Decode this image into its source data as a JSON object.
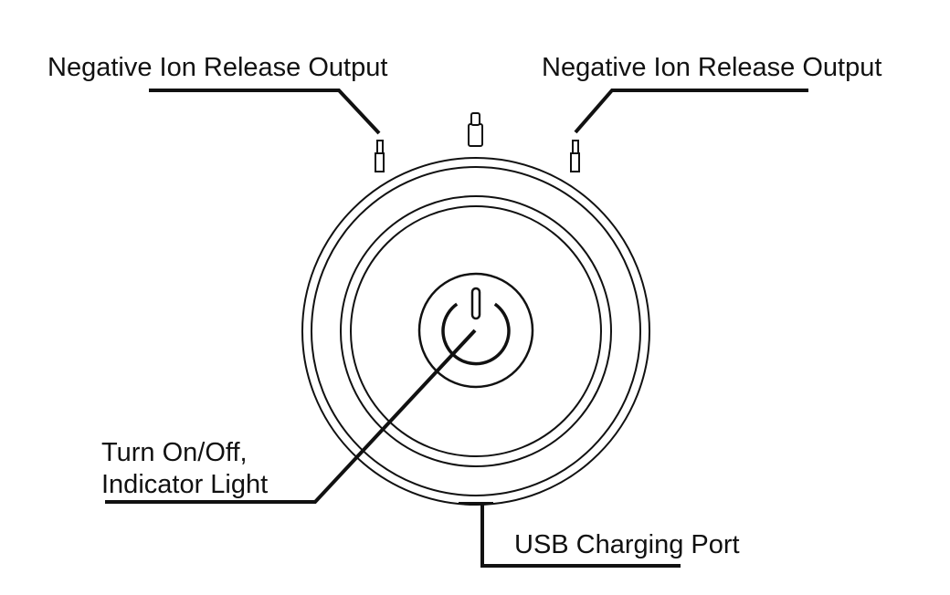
{
  "diagram": {
    "labels": {
      "ion_output_left": "Negative Ion Release Output",
      "ion_output_right": "Negative Ion Release Output",
      "power_line1": "Turn On/Off,",
      "power_line2": "Indicator Light",
      "usb": "USB Charging Port"
    },
    "colors": {
      "stroke": "#111111",
      "text": "#111111",
      "background": "#ffffff"
    }
  }
}
